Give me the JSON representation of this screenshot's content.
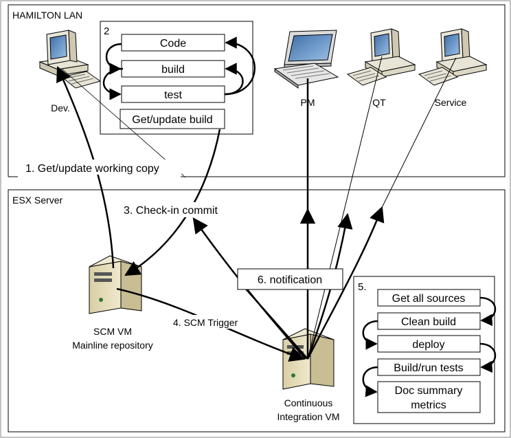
{
  "zones": {
    "lan_title": "HAMILTON LAN",
    "esx_title": "ESX Server"
  },
  "dev_workflow": {
    "number": "2",
    "steps": [
      "Code",
      "build",
      "test",
      "Get/update build"
    ]
  },
  "machines": {
    "dev": "Dev.",
    "pm": "PM",
    "qt": "QT",
    "service": "Service",
    "scm_line1": "SCM VM",
    "scm_line2": "Mainline repository",
    "ci_line1": "Continuous",
    "ci_line2": "Integration VM"
  },
  "flows": {
    "get_update": "1. Get/update working copy",
    "checkin": "3. Check-in commit",
    "scm_trigger": "4. SCM Trigger",
    "notification": "6. notification"
  },
  "ci_workflow": {
    "number": "5.",
    "steps": [
      "Get all sources",
      "Clean build",
      "deploy",
      "Build/run tests",
      "Doc summary",
      "metrics"
    ]
  }
}
